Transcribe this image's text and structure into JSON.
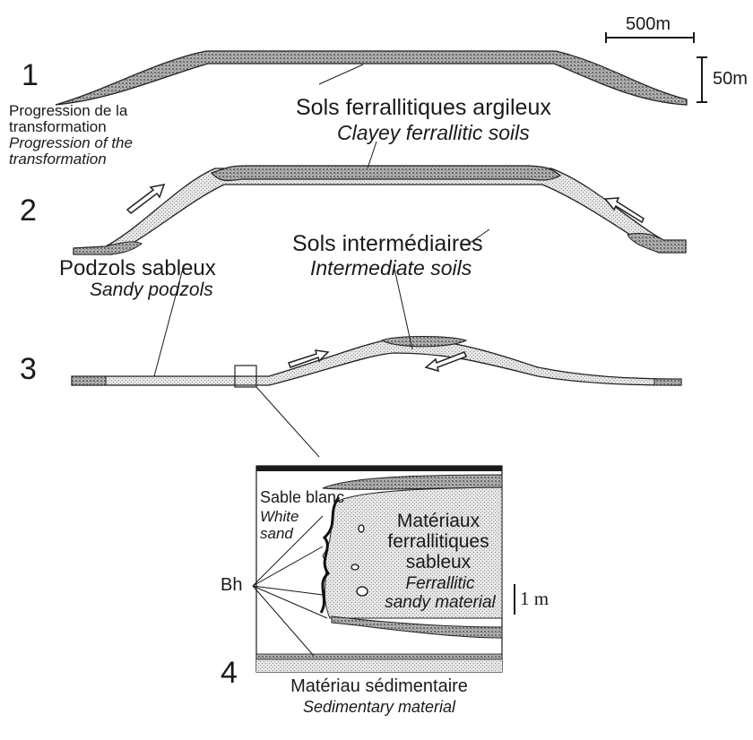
{
  "scale": {
    "horizontal": "500m",
    "vertical": "50m",
    "detail": "1 m"
  },
  "stages": {
    "s1": "1",
    "s2": "2",
    "s3": "3",
    "s4": "4"
  },
  "labels": {
    "clayey_fr": "Sols ferrallitiques argileux",
    "clayey_en": "Clayey ferrallitic soils",
    "progression_fr_1": "Progression de la",
    "progression_fr_2": "transformation",
    "progression_en_1": "Progression of the",
    "progression_en_2": "transformation",
    "intermediate_fr": "Sols intermédiaires",
    "intermediate_en": "Intermediate soils",
    "podzols_fr": "Podzols sableux",
    "podzols_en": "Sandy podzols",
    "white_sand_fr": "Sable blanc",
    "white_sand_en_1": "White",
    "white_sand_en_2": "sand",
    "ferr_fr_1": "Matériaux",
    "ferr_fr_2": "ferrallitiques",
    "ferr_fr_3": "sableux",
    "ferr_en_1": "Ferrallitic",
    "ferr_en_2": "sandy material",
    "bh": "Bh",
    "sed_fr": "Matériau sédimentaire",
    "sed_en": "Sedimentary material"
  },
  "colors": {
    "ink": "#1a1a1a",
    "clay": "#8f8f8f",
    "sand": "#d4d4d4",
    "white": "#ffffff"
  }
}
